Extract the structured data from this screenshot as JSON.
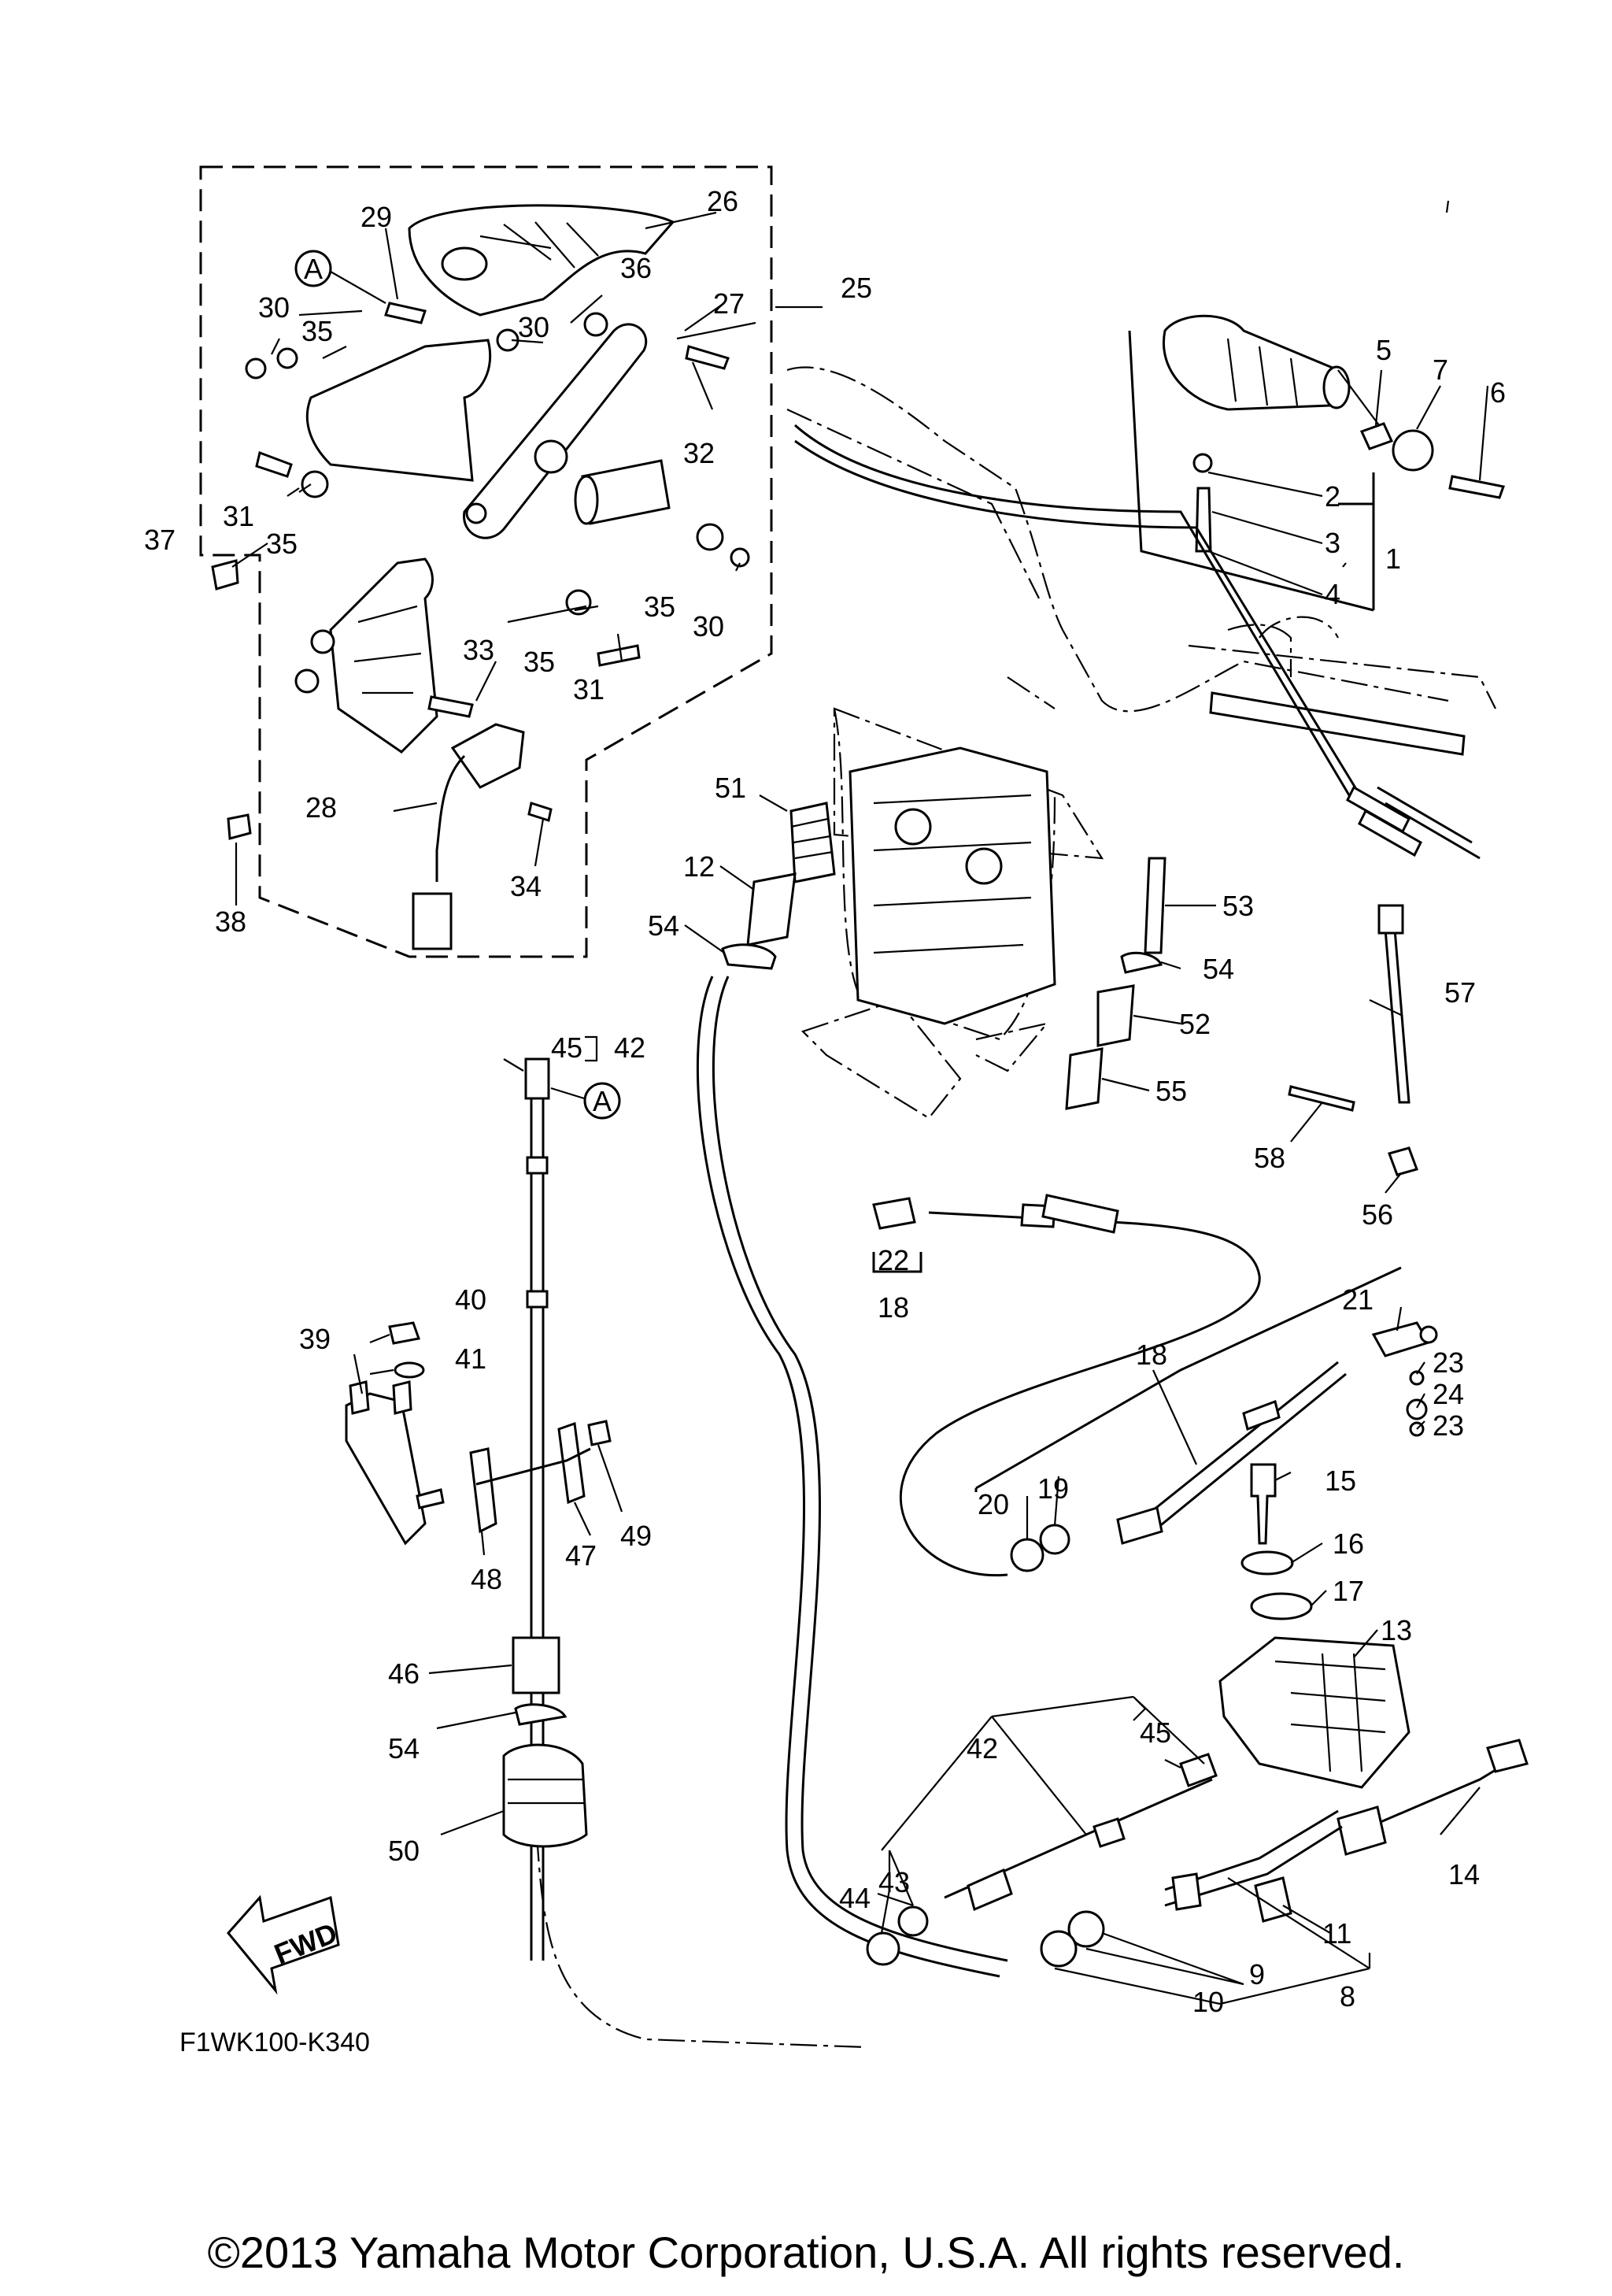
{
  "diagram": {
    "ref_code": "F1WK100-K340",
    "fwd_label": "FWD",
    "view_marker": "A",
    "copyright": "©2013 Yamaha Motor Corporation, U.S.A. All rights reserved.",
    "callouts": [
      "1",
      "2",
      "3",
      "4",
      "5",
      "6",
      "7",
      "8",
      "9",
      "10",
      "11",
      "12",
      "13",
      "14",
      "15",
      "16",
      "17",
      "18",
      "18",
      "19",
      "20",
      "21",
      "22",
      "23",
      "23",
      "24",
      "25",
      "26",
      "27",
      "28",
      "29",
      "30",
      "30",
      "30",
      "31",
      "31",
      "32",
      "33",
      "34",
      "35",
      "35",
      "35",
      "35",
      "36",
      "37",
      "38",
      "39",
      "40",
      "41",
      "42",
      "42",
      "43",
      "44",
      "45",
      "45",
      "46",
      "47",
      "48",
      "49",
      "50",
      "51",
      "52",
      "53",
      "54",
      "54",
      "54",
      "55",
      "56",
      "57",
      "58"
    ]
  }
}
